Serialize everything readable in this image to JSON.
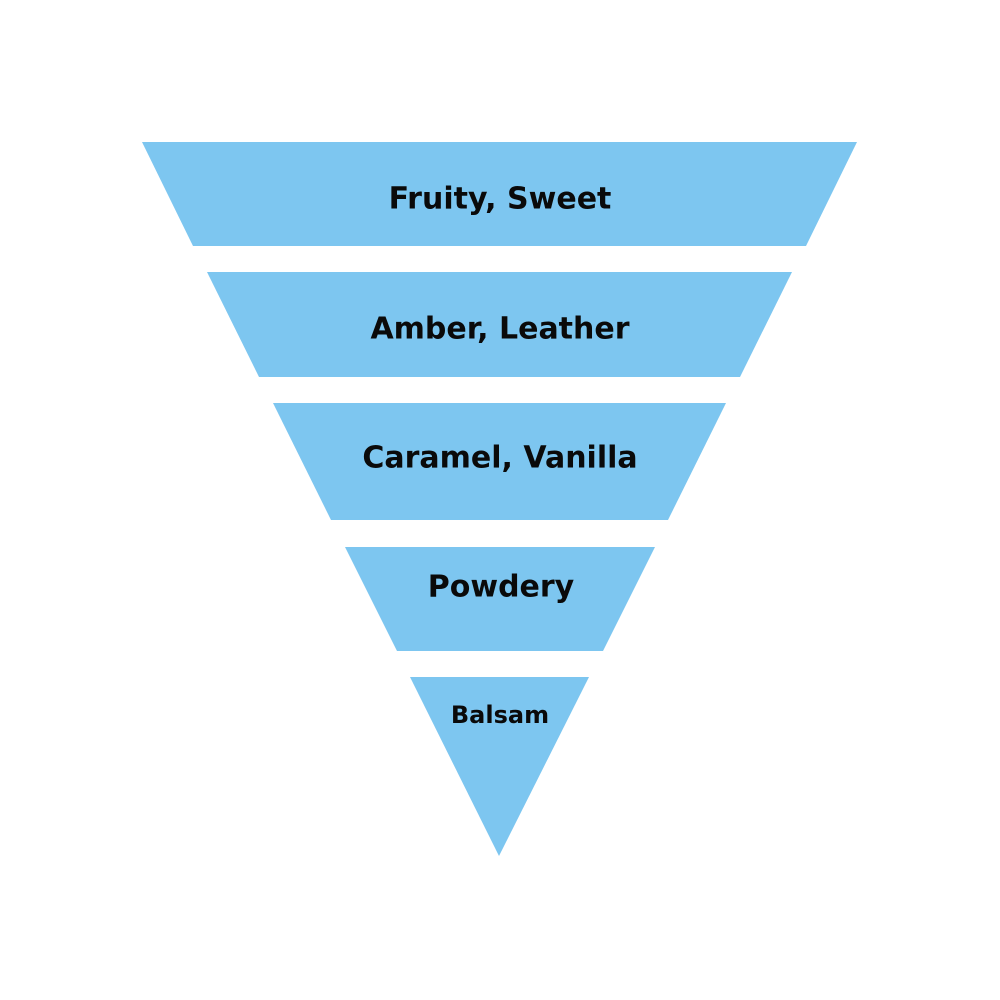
{
  "diagram": {
    "type": "funnel",
    "fill_color": "#7DC6F0",
    "text_color": "#0A0A0A",
    "levels": [
      {
        "label": "Fruity, Sweet"
      },
      {
        "label": "Amber, Leather"
      },
      {
        "label": "Caramel, Vanilla"
      },
      {
        "label": "Powdery"
      },
      {
        "label": "Balsam"
      }
    ]
  }
}
